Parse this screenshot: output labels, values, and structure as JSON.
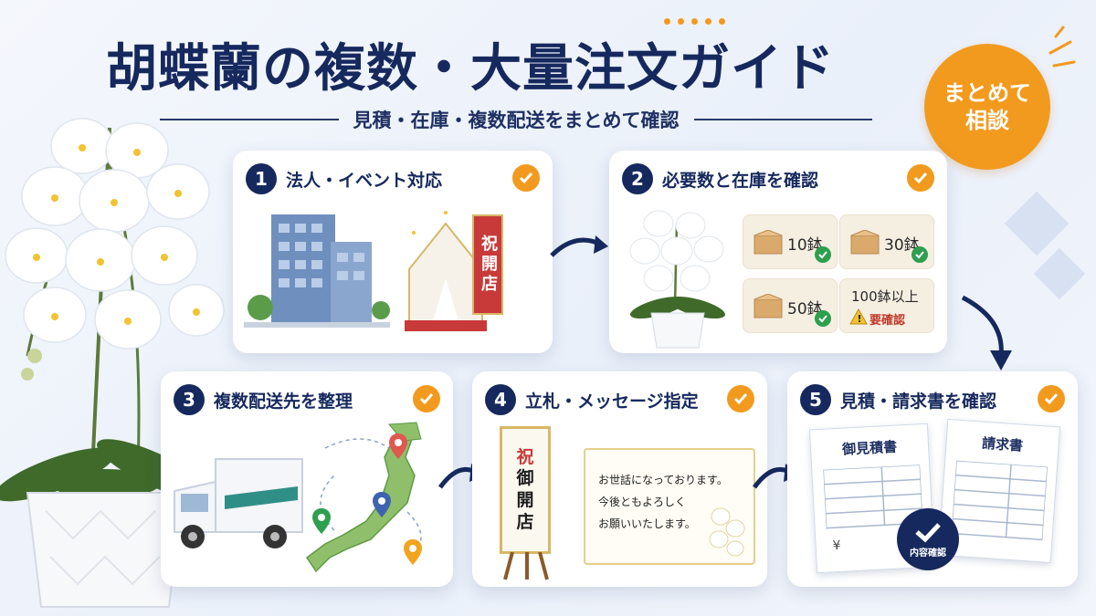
{
  "header": {
    "title": "胡蝶蘭の複数・大量注文ガイド",
    "subtitle": "見積・在庫・複数配送をまとめて確認"
  },
  "badge": {
    "label": "まとめて相談"
  },
  "steps": [
    {
      "number": "1",
      "title": "法人・イベント対応",
      "sign_text": "祝開店"
    },
    {
      "number": "2",
      "title": "必要数と在庫を確認",
      "stock": [
        {
          "qty": "10鉢",
          "status": "ok"
        },
        {
          "qty": "30鉢",
          "status": "ok"
        },
        {
          "qty": "50鉢",
          "status": "ok"
        },
        {
          "qty": "100鉢以上",
          "note": "要確認",
          "status": "warning"
        }
      ]
    },
    {
      "number": "3",
      "title": "複数配送先を整理"
    },
    {
      "number": "4",
      "title": "立札・メッセージ指定",
      "tatefuda": [
        "祝",
        "御",
        "開",
        "店"
      ],
      "message_lines": [
        "お世話になっております。",
        "今後ともよろしく",
        "お願いいたします。"
      ]
    },
    {
      "number": "5",
      "title": "見積・請求書を確認",
      "documents": [
        "御見積書",
        "請求書"
      ],
      "yen_symbol": "¥",
      "confirm_label": "内容確認"
    }
  ],
  "colors": {
    "navy": "#16295e",
    "accent": "#f29a1e",
    "ok": "#2e9e4f",
    "warning": "#c0392b"
  },
  "icons": [
    "check-icon",
    "orchid-plant-icon",
    "office-building-icon",
    "event-tent-icon",
    "box-icon",
    "warning-icon",
    "delivery-truck-icon",
    "japan-map-icon",
    "location-pin-icon",
    "arrow-icon",
    "document-icon"
  ]
}
